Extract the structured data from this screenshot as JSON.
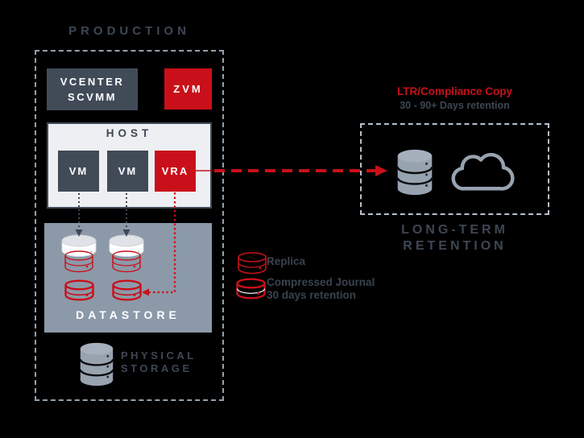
{
  "colors": {
    "background": "#000000",
    "accent_red": "#c9101a",
    "slate_box": "#414b58",
    "text_dark": "#3d4754",
    "host_bg": "#edeff2",
    "datastore_bg": "#8c99a8",
    "icon_gray": "#98a3b0",
    "production_dash": "#92a0ae",
    "ltr_dash": "#b6c0ca",
    "white": "#ffffff"
  },
  "production": {
    "title": "PRODUCTION",
    "vcenter_line1": "VCENTER",
    "vcenter_line2": "SCVMM",
    "zvm_label": "ZVM",
    "host_title": "HOST",
    "vm1_label": "VM",
    "vm2_label": "VM",
    "vra_label": "VRA",
    "datastore_title": "DATASTORE",
    "physical_storage_line1": "PHYSICAL",
    "physical_storage_line2": "STORAGE"
  },
  "ltr": {
    "copy_title": "LTR/Compliance Copy",
    "copy_subtitle": "30 - 90+ Days retention",
    "title_line1": "LONG-TERM",
    "title_line2": "RETENTION"
  },
  "legend": {
    "replica_label": "Replica",
    "journal_label": "Compressed Journal",
    "journal_sublabel": "30 days retention"
  },
  "icons": {
    "disk": "disk-cylinder-icon",
    "replica": "replica-cylinder-icon",
    "journal": "journal-cylinder-icon",
    "database": "database-stack-icon",
    "cloud": "cloud-icon",
    "arrows": [
      "vm-to-datastore-arrow",
      "vra-to-journal-arrow",
      "vra-to-ltr-arrow"
    ]
  }
}
